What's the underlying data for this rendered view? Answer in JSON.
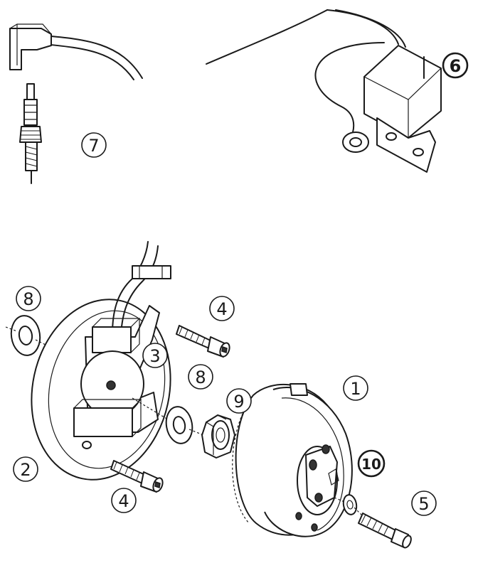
{
  "callouts": {
    "c1": "1",
    "c2": "2",
    "c3": "3",
    "c4a": "4",
    "c4b": "4",
    "c5": "5",
    "c6": "6",
    "c7": "7",
    "c8a": "8",
    "c8b": "8",
    "c9": "9",
    "c10": "10"
  },
  "colors": {
    "line": "#1a1a1a",
    "background": "#ffffff"
  }
}
